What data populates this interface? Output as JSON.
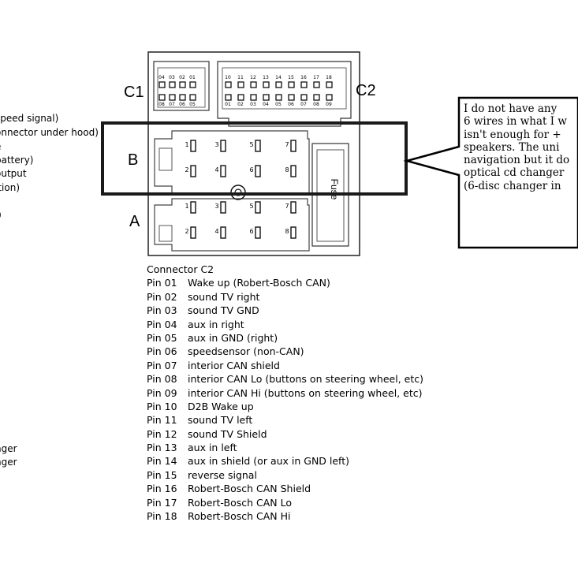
{
  "left_fragments": [
    "speed signal)",
    "onnector under hood)",
    "e",
    "battery)",
    "output",
    "ition)",
    ")",
    "0",
    "nger",
    "nger"
  ],
  "connector": {
    "c1_label": "C1",
    "c2_label": "C2",
    "b_label": "B",
    "a_label": "A",
    "fuse_label": "Fuse",
    "c1_top_pins": [
      "04",
      "03",
      "02",
      "01"
    ],
    "c1_bottom_pins": [
      "08",
      "07",
      "06",
      "05"
    ],
    "c2_top_pins": [
      "10",
      "11",
      "12",
      "13",
      "14",
      "15",
      "16",
      "17",
      "18"
    ],
    "c2_bottom_pins": [
      "01",
      "02",
      "03",
      "04",
      "05",
      "06",
      "07",
      "08",
      "09"
    ],
    "b_pins": [
      "1",
      "3",
      "5",
      "7",
      "2",
      "4",
      "6",
      "8"
    ],
    "a_pins": [
      "1",
      "3",
      "5",
      "7",
      "2",
      "4",
      "6",
      "8"
    ]
  },
  "pin_list": {
    "title": "Connector C2",
    "items": [
      {
        "pin": "Pin 01",
        "desc": "Wake up (Robert-Bosch CAN)"
      },
      {
        "pin": "Pin 02",
        "desc": "sound TV right"
      },
      {
        "pin": "Pin 03",
        "desc": "sound TV GND"
      },
      {
        "pin": "Pin 04",
        "desc": "aux in right"
      },
      {
        "pin": "Pin 05",
        "desc": "aux in GND (right)"
      },
      {
        "pin": "Pin 06",
        "desc": "speedsensor (non-CAN)"
      },
      {
        "pin": "Pin 07",
        "desc": "interior CAN shield"
      },
      {
        "pin": "Pin 08",
        "desc": "interior CAN Lo (buttons on steering wheel, etc)"
      },
      {
        "pin": "Pin 09",
        "desc": "interior CAN Hi (buttons on steering wheel, etc)"
      },
      {
        "pin": "Pin 10",
        "desc": "D2B Wake up"
      },
      {
        "pin": "Pin 11",
        "desc": "sound TV left"
      },
      {
        "pin": "Pin 12",
        "desc": "sound TV Shield"
      },
      {
        "pin": "Pin 13",
        "desc": "aux in left"
      },
      {
        "pin": "Pin 14",
        "desc": "aux in shield (or aux in GND left)"
      },
      {
        "pin": "Pin 15",
        "desc": "reverse signal"
      },
      {
        "pin": "Pin 16",
        "desc": "Robert-Bosch CAN Shield"
      },
      {
        "pin": "Pin 17",
        "desc": "Robert-Bosch CAN Lo"
      },
      {
        "pin": "Pin 18",
        "desc": "Robert-Bosch CAN Hi"
      }
    ]
  },
  "callout": {
    "lines": [
      "I do not have any",
      "6 wires in what I w",
      "isn't enough for +",
      "speakers.  The uni",
      "navigation but it do",
      "optical cd changer",
      "(6-disc changer in"
    ]
  }
}
